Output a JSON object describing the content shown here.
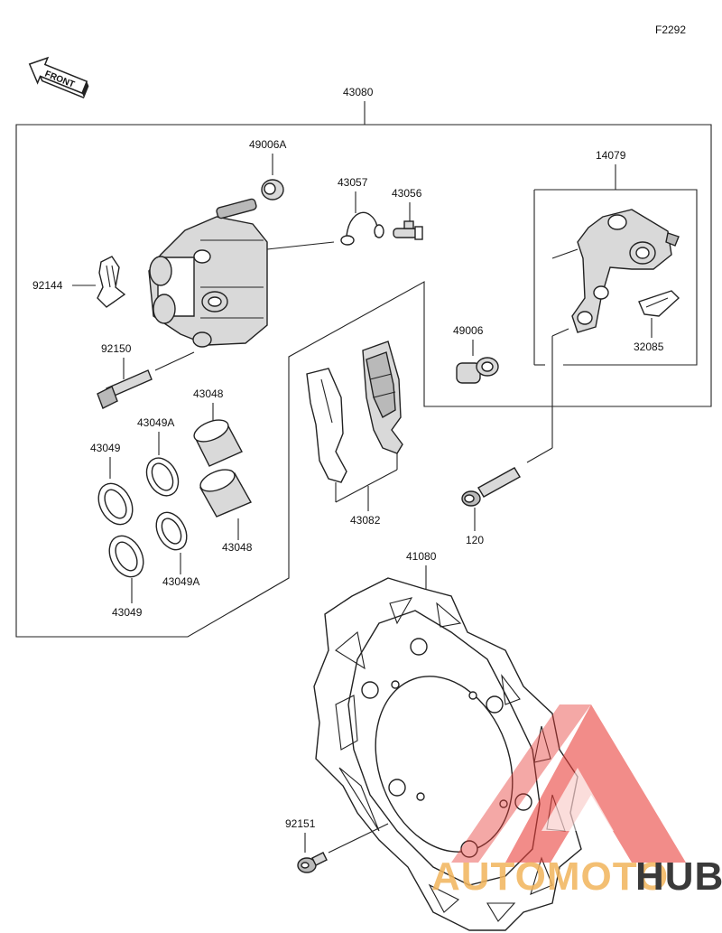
{
  "figure_code": "F2292",
  "front_label": "FRONT",
  "labels": {
    "assembly": "43080",
    "seal_a": "49006A",
    "clip_43057": "43057",
    "bleeder_43056": "43056",
    "bracket": "14079",
    "pad_spring": "92144",
    "pin": "92150",
    "boot": "49006",
    "bracket_clip": "32085",
    "piston_top": "43048",
    "seal_a_top": "43049A",
    "seal_top": "43049",
    "piston_bottom": "43048",
    "seal_a_bottom": "43049A",
    "seal_bottom": "43049",
    "pads": "43082",
    "bolt": "120",
    "disc": "41080",
    "disc_bolt": "92151"
  },
  "watermark": {
    "part1": "AUTOMOTO",
    "part2": "HUB",
    "triangle_color": "#e8403a",
    "text_color": "#f2b45b"
  }
}
